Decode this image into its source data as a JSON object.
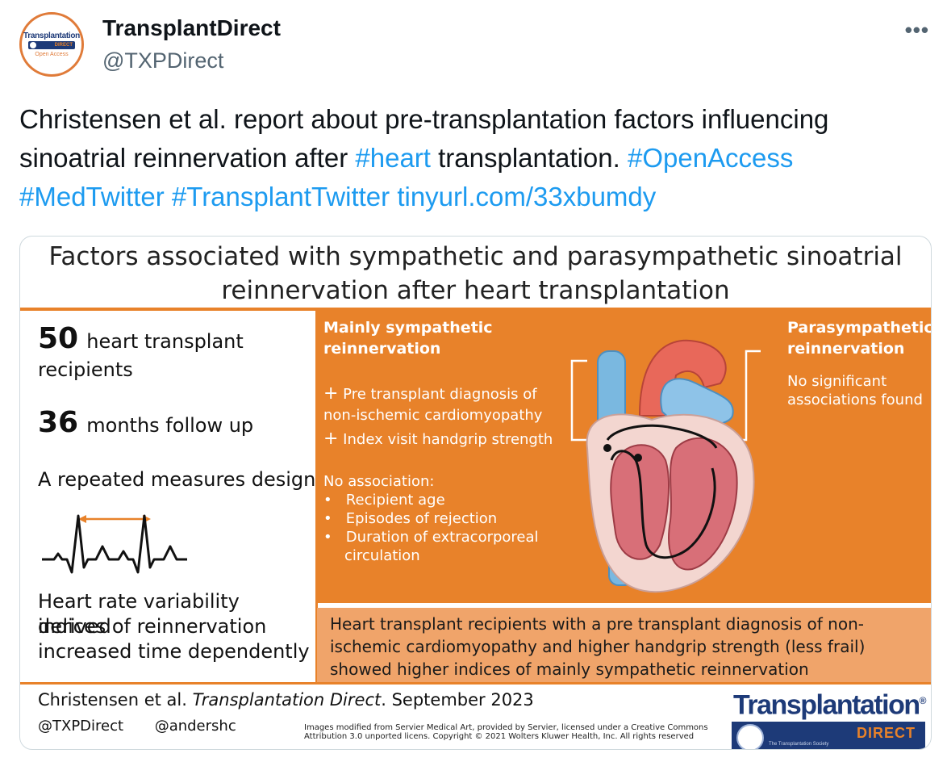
{
  "tweet": {
    "avatar": {
      "title": "Transplantation",
      "direct": "DIRECT",
      "sub": "Open Access"
    },
    "display_name": "TransplantDirect",
    "handle": "@TXPDirect",
    "more_label": "•••",
    "text_parts": [
      {
        "text": "Christensen et al. report about pre-transplantation factors influencing sinoatrial reinnervation after ",
        "link": false
      },
      {
        "text": "#heart",
        "link": true
      },
      {
        "text": " transplantation. ",
        "link": false
      },
      {
        "text": "#OpenAccess",
        "link": true
      },
      {
        "text": " ",
        "link": false
      },
      {
        "text": "#MedTwitter",
        "link": true
      },
      {
        "text": " ",
        "link": false
      },
      {
        "text": "#TransplantTwitter",
        "link": true
      },
      {
        "text": " ",
        "link": false
      },
      {
        "text": "tinyurl.com/33xbumdy",
        "link": true
      }
    ]
  },
  "infographic": {
    "title_line1": "Factors associated with sympathetic and parasympathetic sinoatrial",
    "title_line2": "reinnervation after heart transplantation",
    "left": {
      "stat1_num": "50",
      "stat1_label": "heart transplant",
      "stat1_label2": "recipients",
      "stat2_num": "36",
      "stat2_label": "months follow up",
      "design": "A repeated measures design",
      "hrv_line1": "Heart rate variability derived",
      "hrv_line2": "indices of reinnervation",
      "hrv_line3": "increased time dependently"
    },
    "sympathetic": {
      "heading1": "Mainly sympathetic",
      "heading2": "reinnervation",
      "plus1_line1": "Pre transplant diagnosis of",
      "plus1_line2": "non-ischemic cardiomyopathy",
      "plus2": "Index visit handgrip strength",
      "no_assoc": "No association:",
      "bullets": [
        "Recipient age",
        "Episodes of rejection",
        "Duration of extracorporeal",
        "circulation"
      ]
    },
    "parasympathetic": {
      "heading1": "Parasympathetic",
      "heading2": "reinnervation",
      "line1": "No significant",
      "line2": "associations found"
    },
    "summary_line1": "Heart transplant recipients with a pre transplant diagnosis of non-",
    "summary_line2": "ischemic cardiomyopathy and higher handgrip strength (less frail)",
    "summary_line3": "showed higher indices of mainly sympathetic reinnervation",
    "citation_authors": "Christensen et al.",
    "citation_journal": "Transplantation Direct",
    "citation_date": ". September 2023",
    "handle1": "@TXPDirect",
    "handle2": "@andershc",
    "credit_line1": "Images modified from Servier Medical Art, provided by Servier, licensed under a Creative Commons",
    "credit_line2": "Attribution 3.0 unported licens. Copyright © 2021  Wolters Kluwer Health, Inc. All rights reserved",
    "logo_word": "Transplantation",
    "logo_mark": "®",
    "logo_direct": "DIRECT",
    "logo_society": "The Transplantation Society"
  },
  "colors": {
    "accent_orange": "#e8822a",
    "summary_orange": "#f0a46a",
    "brand_navy": "#1d3a78",
    "link_blue": "#1d9bf0"
  }
}
